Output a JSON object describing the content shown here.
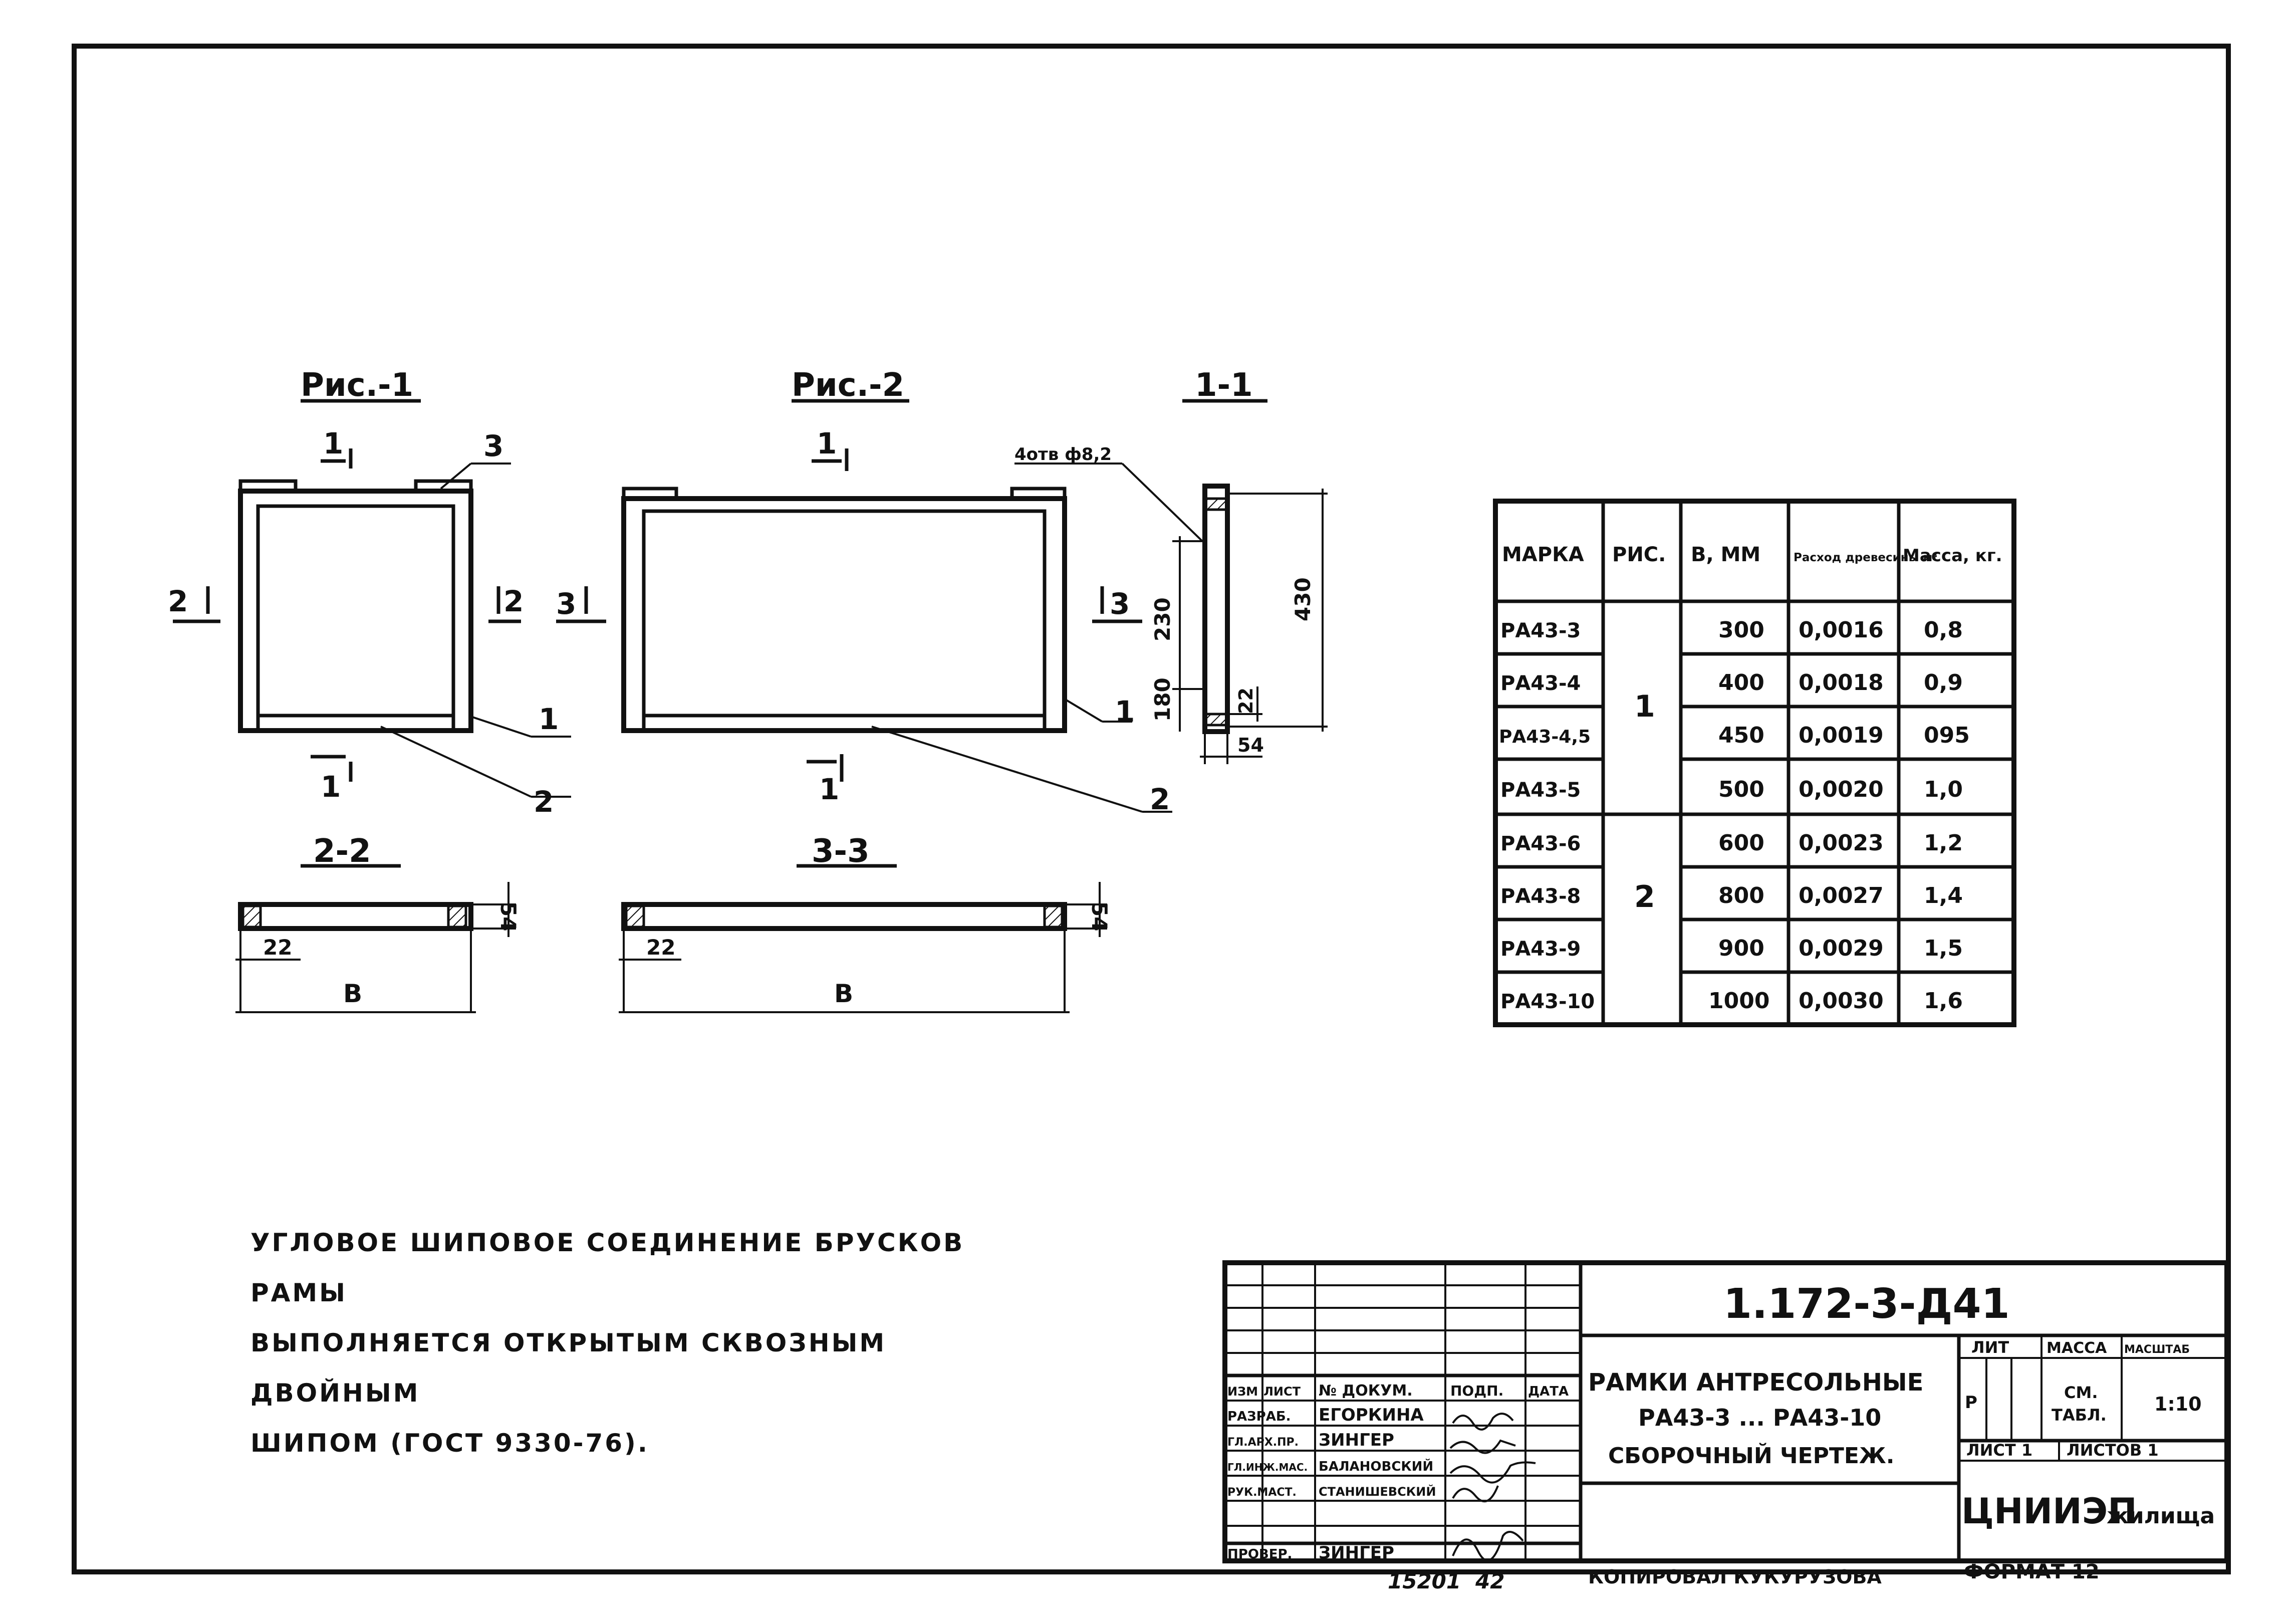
{
  "drawing": {
    "figure_labels": {
      "fig1": "Рис.-1",
      "fig2": "Рис.-2",
      "sec11": "1-1",
      "sec22": "2-2",
      "sec33": "3-3"
    },
    "fig1": {
      "cut_top": "1",
      "cut_bottom": "1",
      "cut_left": "2",
      "cut_right": "2",
      "pos1": "1",
      "pos2": "2",
      "pos3": "3"
    },
    "fig2": {
      "cut_top": "1",
      "cut_bottom": "1",
      "cut_left": "3",
      "cut_right": "3",
      "pos1": "1",
      "pos2": "2"
    },
    "section11": {
      "holes_note": "4отв ф8,2",
      "dim_total": "430",
      "dim_upper": "230",
      "dim_lower": "180",
      "dim_edge": "22",
      "dim_width": "54"
    },
    "section22": {
      "dim_height": "54",
      "dim_22": "22",
      "dim_b": "В"
    },
    "section33": {
      "dim_height": "54",
      "dim_22": "22",
      "dim_b": "В"
    }
  },
  "table": {
    "headers": [
      "МАРКА",
      "РИС.",
      "В, ММ",
      "Расход древесины м³",
      "Масса, кг."
    ],
    "rows": [
      {
        "mark": "РА43-3",
        "b": "300",
        "wood": "0,0016",
        "mass": "0,8"
      },
      {
        "mark": "РА43-4",
        "b": "400",
        "wood": "0,0018",
        "mass": "0,9"
      },
      {
        "mark": "РА43-4,5",
        "b": "450",
        "wood": "0,0019",
        "mass": "095"
      },
      {
        "mark": "РА43-5",
        "b": "500",
        "wood": "0,0020",
        "mass": "1,0"
      },
      {
        "mark": "РА43-6",
        "b": "600",
        "wood": "0,0023",
        "mass": "1,2"
      },
      {
        "mark": "РА43-8",
        "b": "800",
        "wood": "0,0027",
        "mass": "1,4"
      },
      {
        "mark": "РА43-9",
        "b": "900",
        "wood": "0,0029",
        "mass": "1,5"
      },
      {
        "mark": "РА43-10",
        "b": "1000",
        "wood": "0,0030",
        "mass": "1,6"
      }
    ],
    "fig_groups": [
      "1",
      "2"
    ]
  },
  "note": {
    "lines": [
      "УГЛОВОЕ ШИПОВОЕ СОЕДИНЕНИЕ БРУСКОВ РАМЫ",
      "ВЫПОЛНЯЕТСЯ ОТКРЫТЫМ СКВОЗНЫМ ДВОЙНЫМ",
      "ШИПОМ (ГОСТ 9330-76)."
    ]
  },
  "title_block": {
    "doc_number": "1.172-3-Д41",
    "title_lines": [
      "РАМКИ АНТРЕСОЛЬНЫЕ",
      "РА43-3 ... РА43-10",
      "СБОРОЧНЫЙ ЧЕРТЕЖ."
    ],
    "col_headers": [
      "ИЗМ",
      "ЛИСТ",
      "№ ДОКУМ.",
      "ПОДП.",
      "ДАТА"
    ],
    "roles": [
      {
        "role": "РАЗРАБ.",
        "name": "ЕГОРКИНА"
      },
      {
        "role": "ГЛ.АРХ.ПР.",
        "name": "ЗИНГЕР"
      },
      {
        "role": "ГЛ.ИНЖ.МАС.",
        "name": "БАЛАНОВСКИЙ"
      },
      {
        "role": "РУК.МАСТ.",
        "name": "СТАНИШЕВСКИЙ"
      },
      {
        "role": "ПРОВЕР.",
        "name": "ЗИНГЕР"
      }
    ],
    "lit_label": "ЛИТ",
    "lit_value": "Р",
    "mass_label": "МАССА",
    "mass_value_1": "СМ.",
    "mass_value_2": "ТАБЛ.",
    "scale_label": "МАСШТАБ",
    "scale_value": "1:10",
    "sheet": "ЛИСТ 1",
    "sheets": "ЛИСТОВ 1",
    "org": "ЦНИИЭП",
    "org_suffix": "жилища"
  },
  "footer": {
    "inv": "15201",
    "inv2": "42",
    "copied": "КОПИРОВАЛ КУКУРУЗОВА",
    "format": "ФОРМАТ 12"
  }
}
